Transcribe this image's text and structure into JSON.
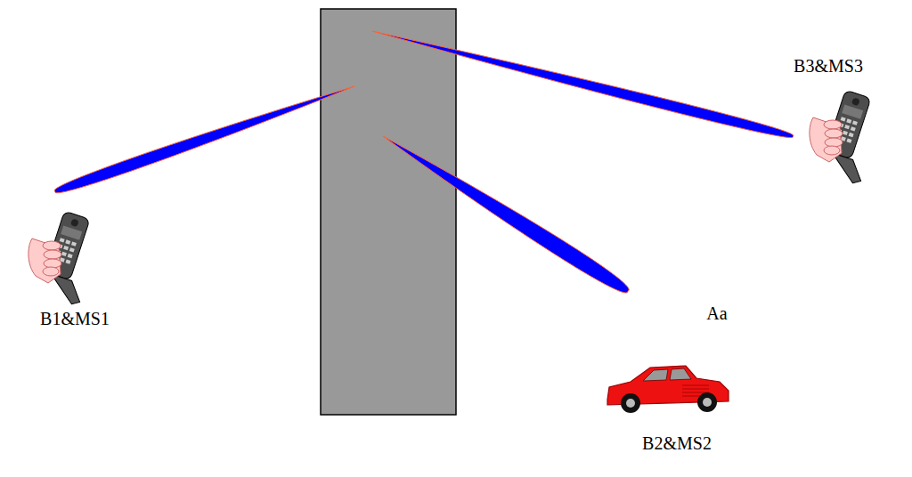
{
  "diagram": {
    "labels": [
      "B3&MS3",
      "Aa",
      "B1&MS1",
      "B2&MS2"
    ]
  }
}
